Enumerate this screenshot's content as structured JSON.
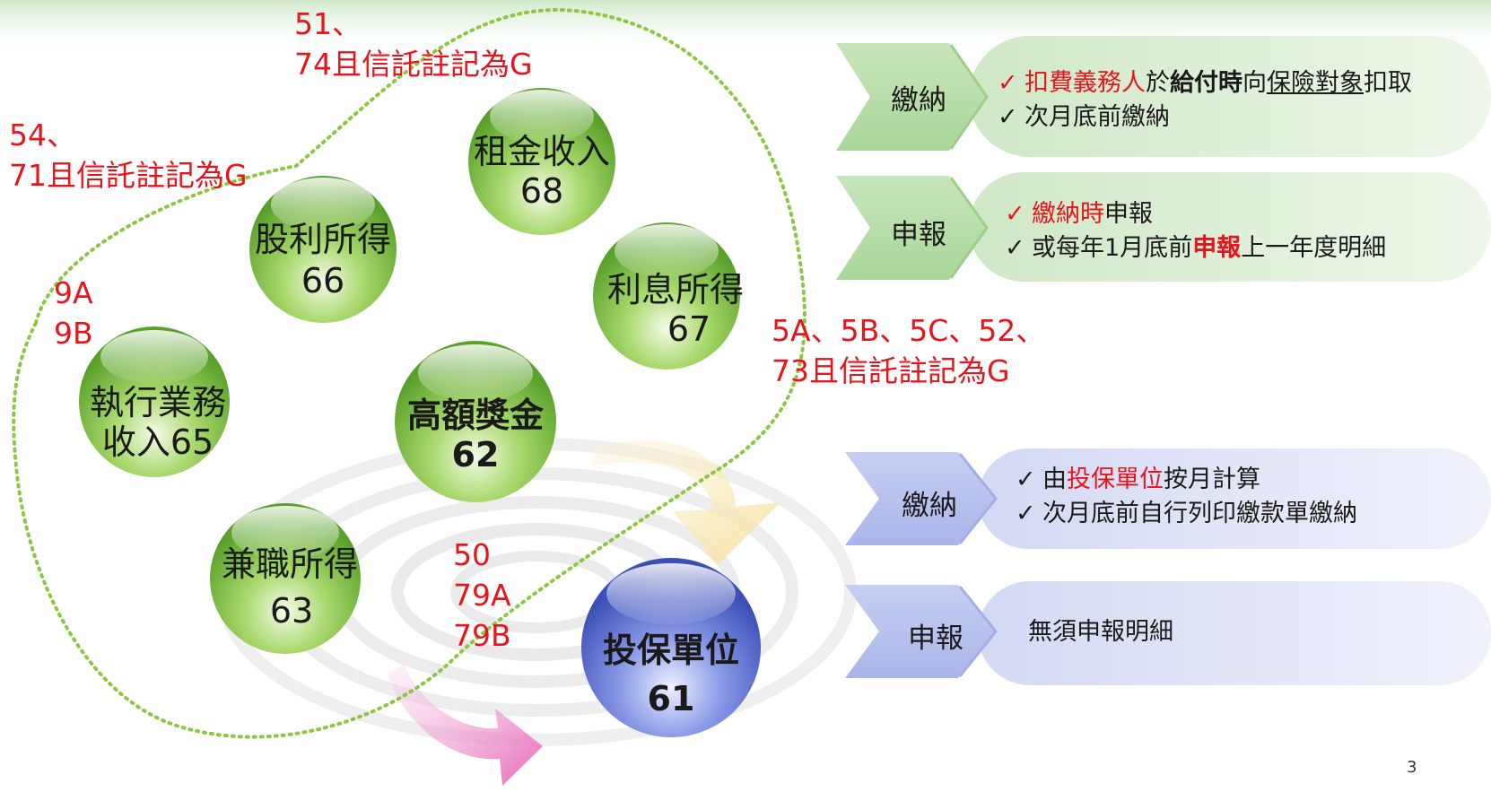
{
  "colors": {
    "accent_red": "#e8141b",
    "green_bubble": "#7cc242",
    "blue_bubble": "#4f63c9",
    "green_panel": "#dff0d8",
    "blue_panel": "#dfe3f6"
  },
  "bubbles": {
    "rent": {
      "line1": "租金收入",
      "line2": "68"
    },
    "dividend": {
      "line1": "股利所得",
      "line2": "66"
    },
    "interest": {
      "line1": "利息所得",
      "line2": "67"
    },
    "business": {
      "line1": "執行業務",
      "line2": "收入65"
    },
    "bonus": {
      "line1": "高額獎金",
      "line2": "62"
    },
    "parttime": {
      "line1": "兼職所得",
      "line2": "63"
    },
    "unit": {
      "line1": "投保單位",
      "line2": "61"
    }
  },
  "codes": {
    "top": "51、\n74且信託註記為G",
    "left_top": "54、\n71且信託註記為G",
    "left_mid": "9A\n9B",
    "right": "5A、5B、5C、52、\n73且信託註記為G",
    "bottom": "50\n79A\n79B"
  },
  "panels": {
    "green_pay": {
      "label": "繳納",
      "line1_red": "扣費義務人",
      "line1_a": "於",
      "line1_bold": "給付時",
      "line1_b": "向",
      "line1_ul": "保險對象",
      "line1_c": "扣取",
      "line2": "次月底前繳納"
    },
    "green_report": {
      "label": "申報",
      "line1_red": "繳納時",
      "line1_a": "申報",
      "line2_a": "或每年1月底前",
      "line2_red": "申報",
      "line2_b": "上一年度明細"
    },
    "blue_pay": {
      "label": "繳納",
      "line1_a": "由",
      "line1_red": "投保單位",
      "line1_b": "按月計算",
      "line2": "次月底前自行列印繳款單繳納"
    },
    "blue_report": {
      "label": "申報",
      "line1": "無須申報明細"
    }
  },
  "check_icon": "✓",
  "page_number": "3"
}
